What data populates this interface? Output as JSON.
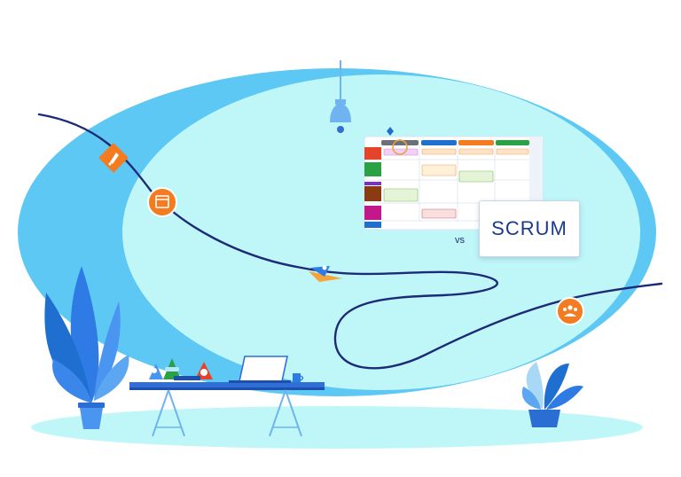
{
  "comparison": {
    "vs_label": "vs",
    "scrum_label": "SCRUM"
  },
  "colors": {
    "sky_light": "#bff7f9",
    "sky_mid": "#5fc7f4",
    "sky_dark": "#2f8be8",
    "navy_path": "#1c2a78",
    "accent_orange": "#f47b20",
    "plant_blue": "#2f7be5",
    "board_red": "#e6432b",
    "board_green": "#2aa144",
    "board_brown": "#8a3b12",
    "board_magenta": "#c2188a",
    "board_blue": "#1f6fd1"
  },
  "icons": [
    "rocket-icon",
    "calendar-icon",
    "team-icon",
    "paper-plane-icon",
    "lamp-icon"
  ],
  "kanban_board": {
    "column_count": 4,
    "row_colors": [
      "#e6432b",
      "#2aa144",
      "#8a3b12",
      "#c2188a"
    ]
  }
}
